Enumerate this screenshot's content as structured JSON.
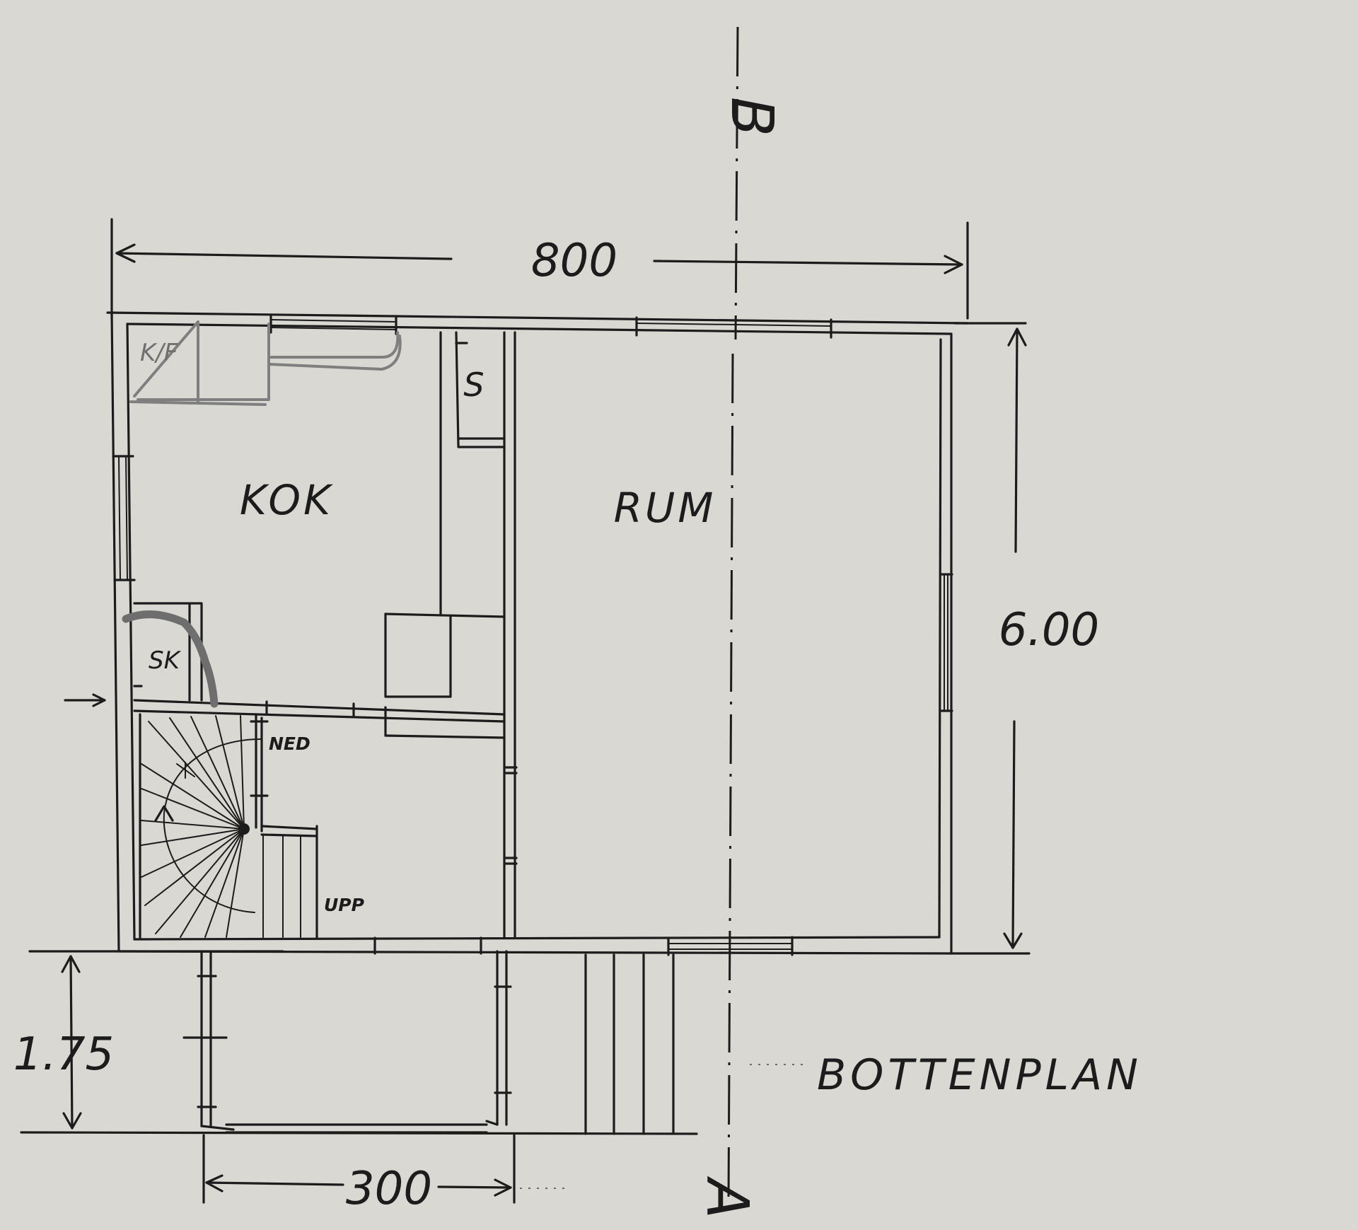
{
  "dimensions": {
    "width_top": "800",
    "height_right": "6.00",
    "porch_depth": "1.75",
    "porch_width": "300"
  },
  "rooms": {
    "kitchen": "KOK",
    "living_room": "RUM",
    "closet": "S",
    "fridge_freezer": "K/F",
    "cabinet": "SK"
  },
  "stairs": {
    "down": "NED",
    "up": "UPP"
  },
  "section": {
    "top": "B",
    "bottom": "A"
  },
  "title": "BOTTENPLAN"
}
